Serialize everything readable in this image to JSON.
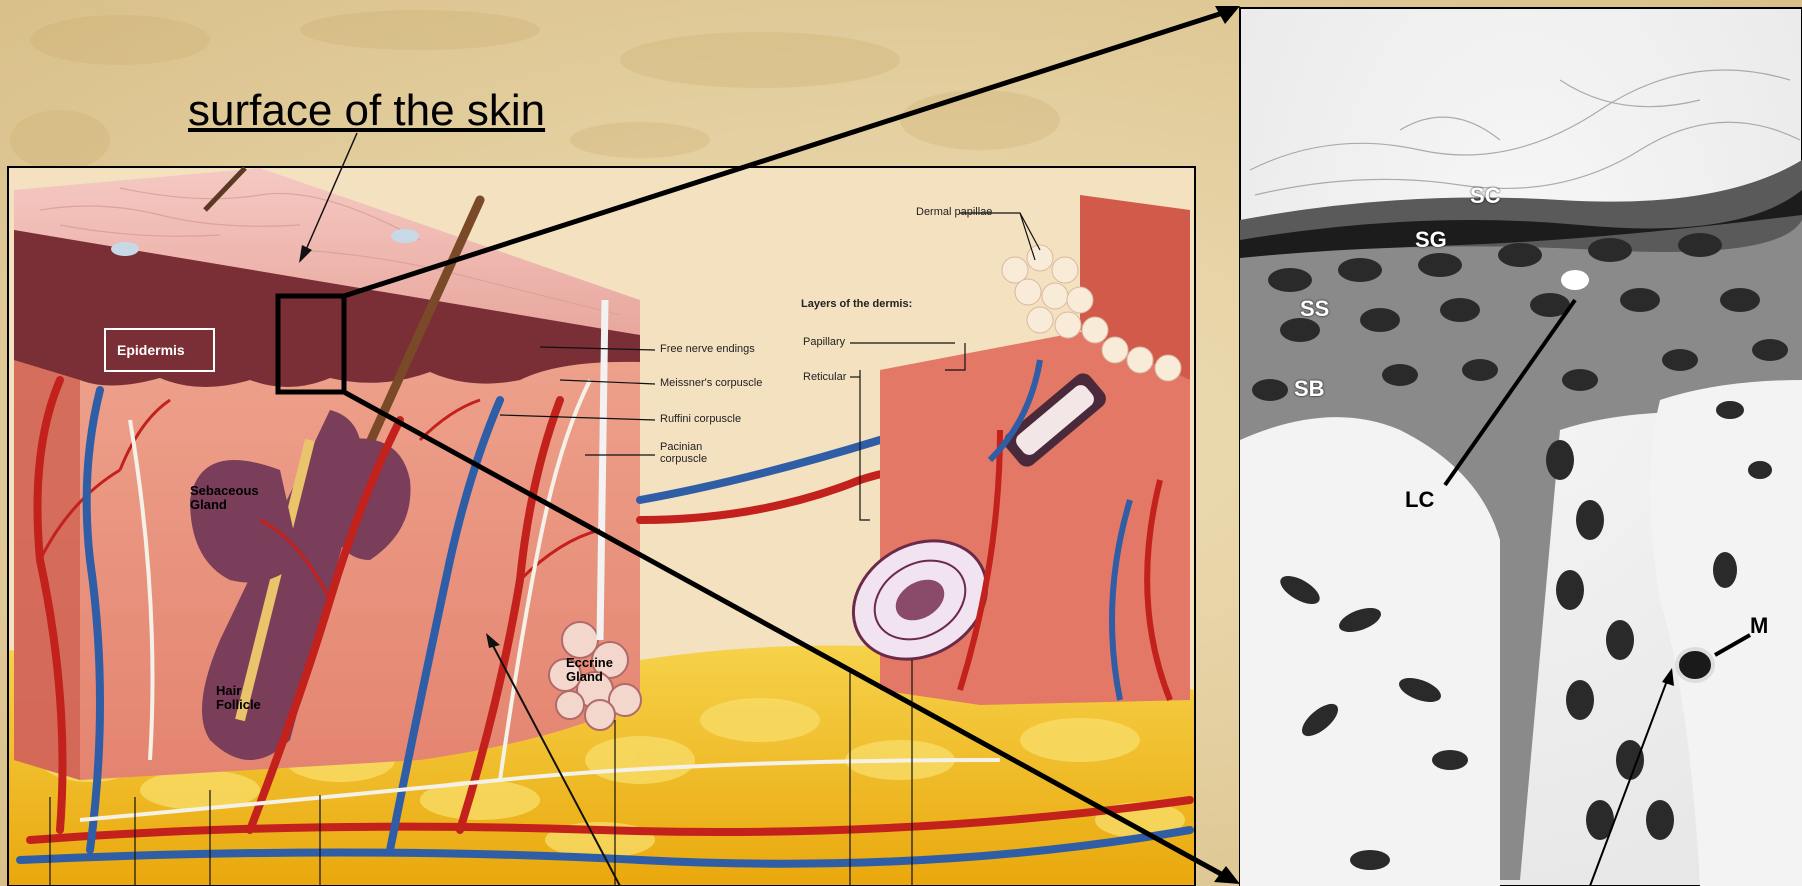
{
  "title": "surface of the skin",
  "diagram_labels": {
    "epidermis": "Epidermis",
    "sebaceous_gland": "Sebaceous Gland",
    "hair_follicle": "Hair Follicle",
    "eccrine_gland": "Eccrine Gland",
    "dermal_papillae": "Dermal papillae",
    "layers_of_dermis": "Layers of the dermis:",
    "papillary": "Papillary",
    "reticular": "Reticular",
    "free_nerve_endings": "Free nerve endings",
    "meissners_corpuscle": "Meissner's corpuscle",
    "ruffini_corpuscle": "Ruffini corpuscle",
    "pacinian_corpuscle": "Pacinian corpuscle"
  },
  "micrograph_labels": {
    "sc": "SC",
    "sg": "SG",
    "ss": "SS",
    "sb": "SB",
    "lc": "LC",
    "m": "M"
  },
  "colors": {
    "parchment": "#e6d3a6",
    "skin": "#e79a86",
    "epidermis": "#7a2f36",
    "fat": "#f2c21d",
    "artery": "#c3211c",
    "vein": "#2f5ea6",
    "gland": "#7a3d5a"
  }
}
